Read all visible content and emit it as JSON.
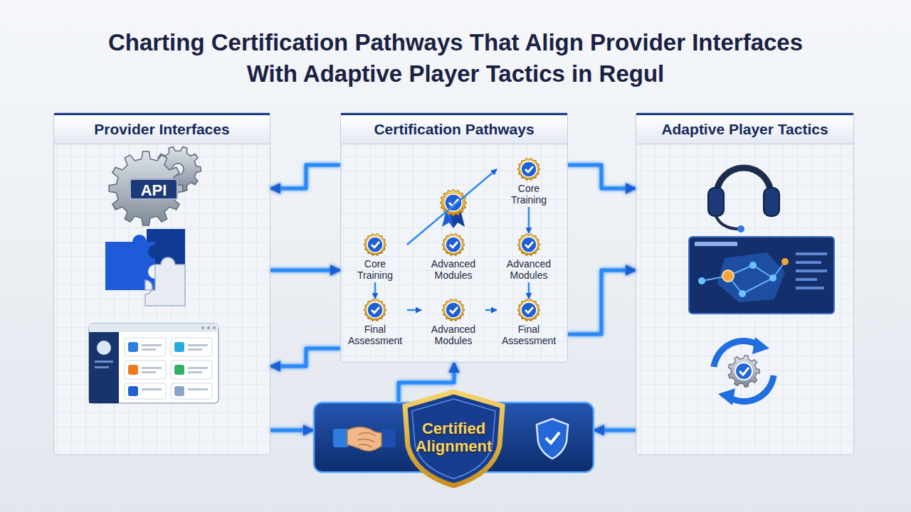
{
  "diagram": {
    "title": "Charting Certification Pathways That Align Provider Interfaces With Adaptive Player Tactics in Regul",
    "nodes": [
      {
        "text": [
          "Provider Interfaces"
        ]
      },
      {
        "text": [
          "Certification Pathways"
        ]
      },
      {
        "text": [
          "Adaptive Player Tactics"
        ]
      },
      {
        "text": [
          "Core Training"
        ],
        "in": 1
      },
      {
        "text": [
          "Core Training"
        ],
        "in": 1
      },
      {
        "text": [
          "Advanced Modules"
        ],
        "in": 1
      },
      {
        "text": [
          "Advanced Modules"
        ],
        "in": 1
      },
      {
        "text": [
          "Final Assessment"
        ],
        "in": 1
      },
      {
        "text": [
          "Advanced Modules"
        ],
        "in": 1
      },
      {
        "text": [
          "Final Assessment"
        ],
        "in": 1
      },
      {
        "text": [
          "Certified Alignment"
        ]
      }
    ],
    "edges": [
      {
        "from": 1,
        "to": 0,
        "arrow": "to"
      },
      {
        "from": 0,
        "to": 1,
        "arrow": "to"
      },
      {
        "from": 1,
        "to": 0,
        "arrow": "to"
      },
      {
        "from": 1,
        "to": 2,
        "arrow": "to"
      },
      {
        "from": 1,
        "to": 2,
        "arrow": "to"
      },
      {
        "from": 0,
        "to": 10,
        "arrow": "to"
      },
      {
        "from": 2,
        "to": 10,
        "arrow": "to"
      },
      {
        "from": 10,
        "to": 1,
        "arrow": "to"
      },
      {
        "from": 4,
        "to": 3,
        "arrow": "to"
      },
      {
        "from": 3,
        "to": 6,
        "arrow": "to"
      },
      {
        "from": 6,
        "to": 9,
        "arrow": "to"
      },
      {
        "from": 4,
        "to": 7,
        "arrow": "to"
      },
      {
        "from": 7,
        "to": 8,
        "arrow": "to"
      },
      {
        "from": 8,
        "to": 9,
        "arrow": "to"
      }
    ],
    "labels": [
      "API"
    ]
  }
}
